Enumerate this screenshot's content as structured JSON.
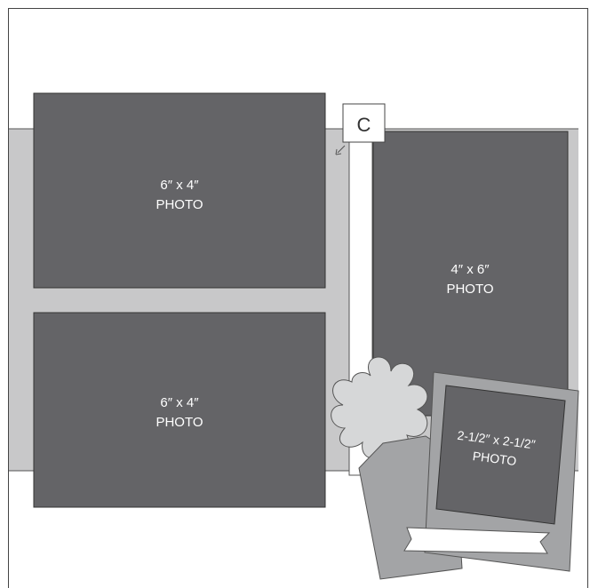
{
  "colors": {
    "page_border": "#444444",
    "background_mat": "#c8c8c9",
    "photo_fill": "#646467",
    "flower_fill": "#d6d7d8",
    "tag_fill": "#a3a4a6",
    "polaroid_frame": "#a3a4a6",
    "banner_fill": "#ffffff",
    "label_text": "#ffffff"
  },
  "photos": {
    "top_left": {
      "line1": "6″ x 4″",
      "line2": "PHOTO"
    },
    "bottom_left": {
      "line1": "6″ x 4″",
      "line2": "PHOTO"
    },
    "right": {
      "line1": "4″ x 6″",
      "line2": "PHOTO"
    },
    "small": {
      "line1": "2-1/2″ x 2-1/2″",
      "line2": "PHOTO"
    }
  },
  "callout": {
    "label": "C"
  }
}
